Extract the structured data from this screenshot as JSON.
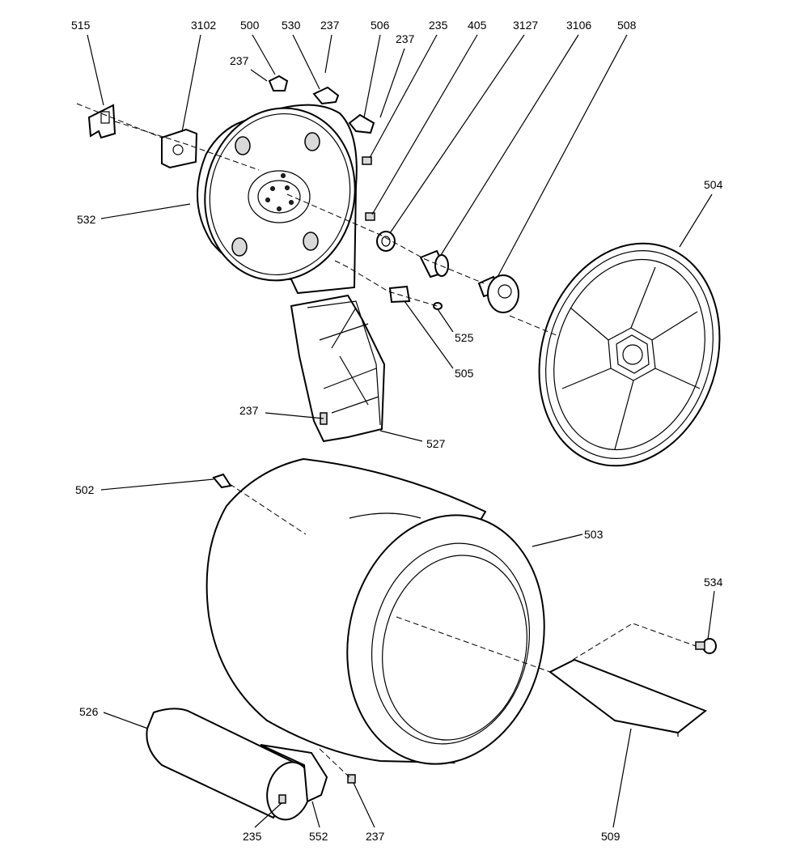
{
  "labels": {
    "l515": "515",
    "l3102": "3102",
    "l500": "500",
    "l530": "530",
    "l237a": "237",
    "l237b": "237",
    "l506": "506",
    "l237c": "237",
    "l235a": "235",
    "l405": "405",
    "l3127": "3127",
    "l3106": "3106",
    "l508": "508",
    "l504": "504",
    "l532": "532",
    "l525": "525",
    "l505": "505",
    "l237d": "237",
    "l527": "527",
    "l502": "502",
    "l503": "503",
    "l534": "534",
    "l526": "526",
    "l235b": "235",
    "l552": "552",
    "l237e": "237",
    "l509": "509"
  }
}
